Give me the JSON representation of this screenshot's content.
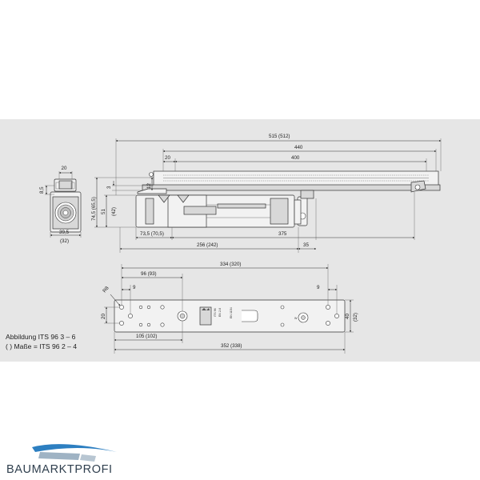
{
  "caption": {
    "line1": "Abbildung  ITS 96 3 – 6",
    "line2": "( ) Maße = ITS 96 2 – 4"
  },
  "brand": {
    "name": "BAUMARKTPROFI",
    "colors": {
      "swoosh": "#2d7fc1",
      "text": "#2f3f4e"
    }
  },
  "side_view": {
    "width_top": "20",
    "height_top": "8,5",
    "width_bottom": "39,5",
    "width_bottom_alt": "(32)"
  },
  "top_view": {
    "overall_length": "515 (512)",
    "rail_length": "440",
    "slot_length": "400",
    "offset_20": "20",
    "height_3": "3",
    "height_12": "12",
    "height_total": "74,5 (65,5)",
    "height_body": "51",
    "height_body_alt": "(42)",
    "left_offset": "73,5 (70,5)",
    "mid_length": "256 (242)",
    "arm_offset": "375",
    "right_gap": "35"
  },
  "plate_view": {
    "overall_top": "334 (320)",
    "left_hole": "96 (93)",
    "hole_9_left": "9",
    "hole_9_right": "9",
    "angle_label": "R8",
    "height_20": "20",
    "height_40": "40",
    "height_40_alt": "(32)",
    "inner_length": "105 (102)",
    "overall_bottom": "352 (338)",
    "plate_label": "ITS 96",
    "plate_sub": "EN 2-6",
    "plate_sub2": "EN 1154"
  }
}
